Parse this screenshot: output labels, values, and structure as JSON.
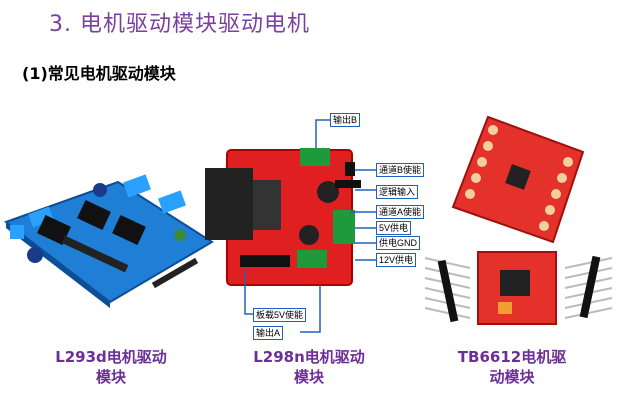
{
  "slide": {
    "title": "3. 电机驱动模块驱动电机",
    "subtitle": "(1)常见电机驱动模块"
  },
  "modules": [
    {
      "caption_line1": "L293d电机驱动",
      "caption_line2": "模块"
    },
    {
      "caption_line1": "L298n电机驱动",
      "caption_line2": "模块"
    },
    {
      "caption_line1": "TB6612电机驱",
      "caption_line2": "动模块"
    }
  ],
  "l298n_callouts": {
    "out_b": "输出B",
    "ch_b_enable": "通道B使能",
    "logic_input": "逻辑输入",
    "ch_a_enable": "通道A使能",
    "power_5v": "5V供电",
    "gnd": "供电GND",
    "power_12v": "12V供电",
    "onboard_5v_enable": "板载5V使能",
    "out_a": "输出A"
  },
  "colors": {
    "title": "#7a3fa0",
    "caption": "#6b2f96",
    "callout_border": "#2060c0"
  }
}
